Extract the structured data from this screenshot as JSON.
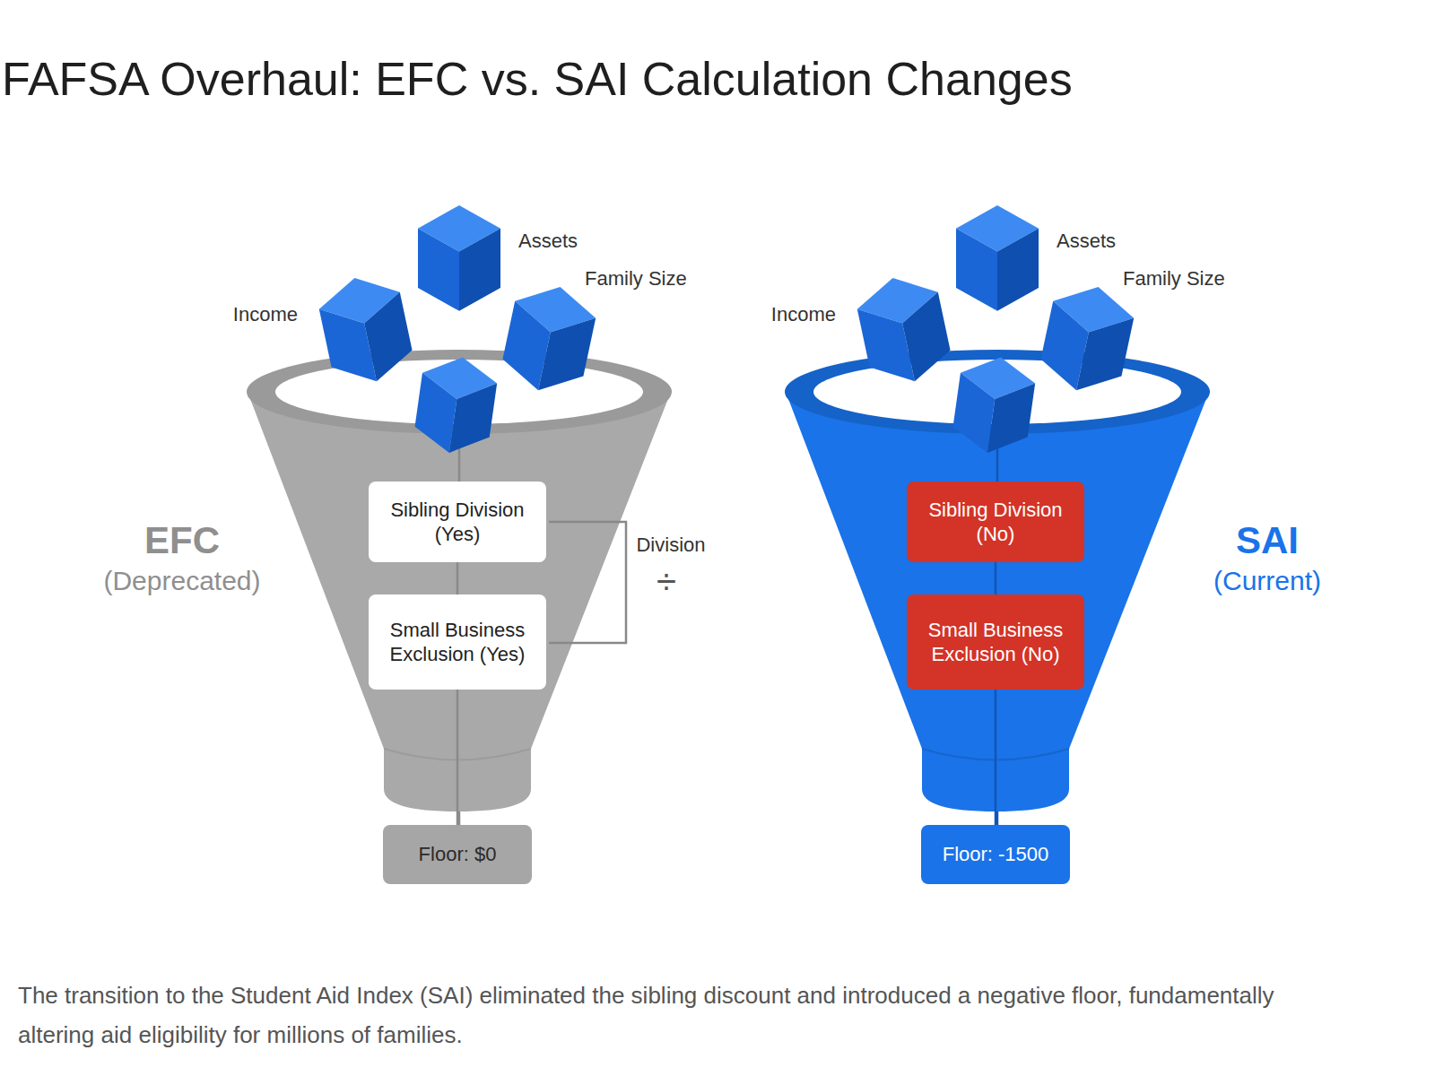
{
  "diagram": {
    "title": "FAFSA Overhaul: EFC vs. SAI Calculation Changes",
    "caption": "The transition to the Student Aid Index (SAI) eliminated the sibling discount and introduced a negative floor, fundamentally altering aid eligibility for millions of families.",
    "nodes": [
      {
        "text": [
          "Sibling Division (Yes)"
        ]
      },
      {
        "text": [
          "Small Business Exclusion (Yes)"
        ]
      },
      {
        "text": [
          "Floor: $0"
        ]
      },
      {
        "text": [
          "Sibling Division (No)"
        ]
      },
      {
        "text": [
          "Small Business Exclusion (No)"
        ]
      },
      {
        "text": [
          "Floor: -1500"
        ]
      }
    ],
    "edges": [
      {
        "from": 0,
        "to": 1,
        "arrow": "none"
      },
      {
        "from": 1,
        "to": 2,
        "arrow": "none"
      },
      {
        "from": 3,
        "to": 4,
        "arrow": "none"
      },
      {
        "from": 4,
        "to": 5,
        "arrow": "none"
      }
    ],
    "labels": [
      "Income",
      "Assets",
      "Family Size",
      "EFC",
      "(Deprecated)",
      "Division",
      "÷",
      "Income",
      "Assets",
      "Family Size",
      "SAI",
      "(Current)"
    ]
  }
}
